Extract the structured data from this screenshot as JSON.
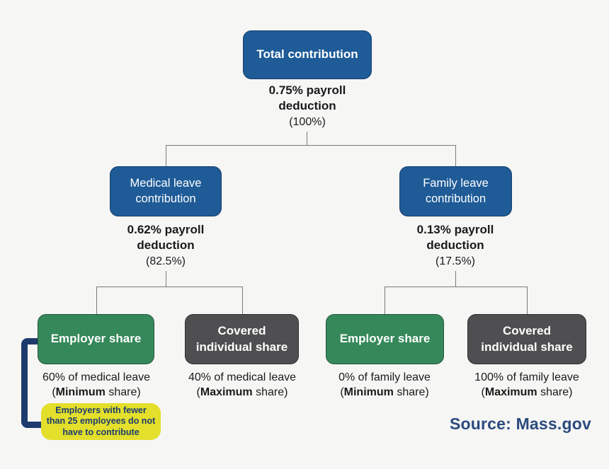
{
  "palette": {
    "background": "#f6f6f5",
    "blue_box": "#1e5b97",
    "green_box": "#35885a",
    "gray_box": "#4f4f51",
    "note_yellow": "#e3df2b",
    "bracket_navy": "#1d3c6d",
    "connector_gray": "#7a7a7a",
    "source_blue": "#2b4b7e"
  },
  "root": {
    "label": "Total contribution",
    "deduction": "0.75% payroll deduction",
    "percent": "(100%)"
  },
  "branches": {
    "medical": {
      "label": "Medical leave contribution",
      "deduction": "0.62% payroll deduction",
      "percent": "(82.5%)"
    },
    "family": {
      "label": "Family leave contribution",
      "deduction": "0.13% payroll deduction",
      "percent": "(17.5%)"
    }
  },
  "leaves": {
    "medical_employer": {
      "label": "Employer share",
      "caption": "60% of medical leave",
      "share_pre": "(",
      "share_bold": "Minimum",
      "share_post": " share)"
    },
    "medical_individual": {
      "label": "Covered individual share",
      "caption": "40% of medical leave",
      "share_pre": "(",
      "share_bold": "Maximum",
      "share_post": " share)"
    },
    "family_employer": {
      "label": "Employer share",
      "caption": "0% of family leave",
      "share_pre": "(",
      "share_bold": "Minimum",
      "share_post": " share)"
    },
    "family_individual": {
      "label": "Covered individual share",
      "caption": "100% of family leave",
      "share_pre": "(",
      "share_bold": "Maximum",
      "share_post": " share)"
    }
  },
  "note": {
    "text": "Employers with fewer than 25 employees do not have to contribute"
  },
  "source": {
    "label": "Source: Mass.gov"
  }
}
